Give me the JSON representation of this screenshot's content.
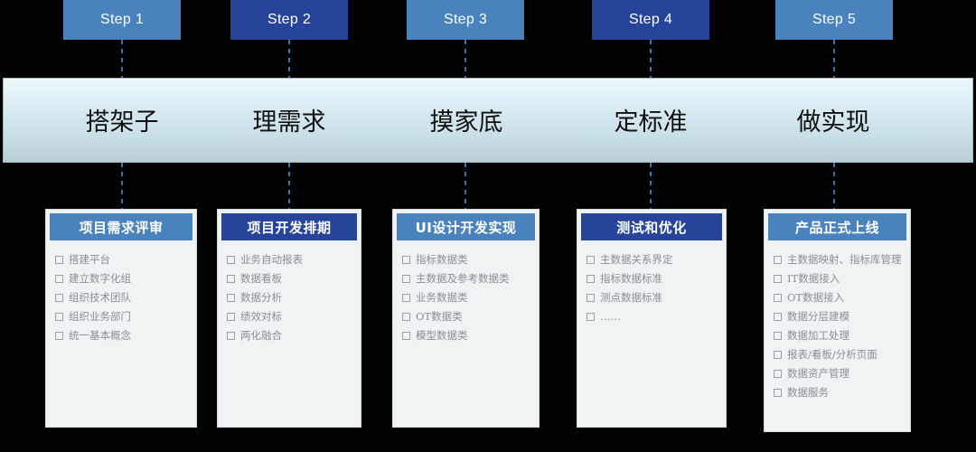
{
  "diagram": {
    "title_steps": [
      {
        "label": "Step 1",
        "tone": "light"
      },
      {
        "label": "Step 2",
        "tone": "dark"
      },
      {
        "label": "Step 3",
        "tone": "light"
      },
      {
        "label": "Step 4",
        "tone": "dark"
      },
      {
        "label": "Step 5",
        "tone": "light"
      }
    ],
    "banner": {
      "labels": [
        "搭架子",
        "理需求",
        "摸家底",
        "定标准",
        "做实现"
      ]
    },
    "cards": [
      {
        "header": "项目需求评审",
        "tone": "light",
        "items": [
          "搭建平台",
          "建立数字化组",
          "组织技术团队",
          "组织业务部门",
          "统一基本概念"
        ]
      },
      {
        "header": "项目开发排期",
        "tone": "dark",
        "items": [
          "业务自动报表",
          "数据看板",
          "数据分析",
          "绩效对标",
          "两化融合"
        ]
      },
      {
        "header": "UI设计开发实现",
        "tone": "light",
        "items": [
          "指标数据类",
          "主数据及参考数据类",
          "业务数据类",
          "OT数据类",
          "模型数据类"
        ]
      },
      {
        "header": "测试和优化",
        "tone": "dark",
        "items": [
          "主数据关系界定",
          "指标数据标准",
          "测点数据标准",
          "……"
        ]
      },
      {
        "header": "产品正式上线",
        "tone": "light",
        "items": [
          "主数据映射、指标库管理",
          "IT数据接入",
          "OT数据接入",
          "数据分层建模",
          "数据加工处理",
          "报表/看板/分析页面",
          "数据资产管理",
          "数据服务"
        ]
      }
    ],
    "colors": {
      "background": "#000000",
      "step_light": "#4a82bd",
      "step_dark": "#27449b",
      "banner_top": "#eff9fb",
      "banner_bottom": "#b9ced4",
      "card_body": "#f0f3f4",
      "connector": "#3f6fae",
      "item_text": "#8a8f93"
    }
  }
}
